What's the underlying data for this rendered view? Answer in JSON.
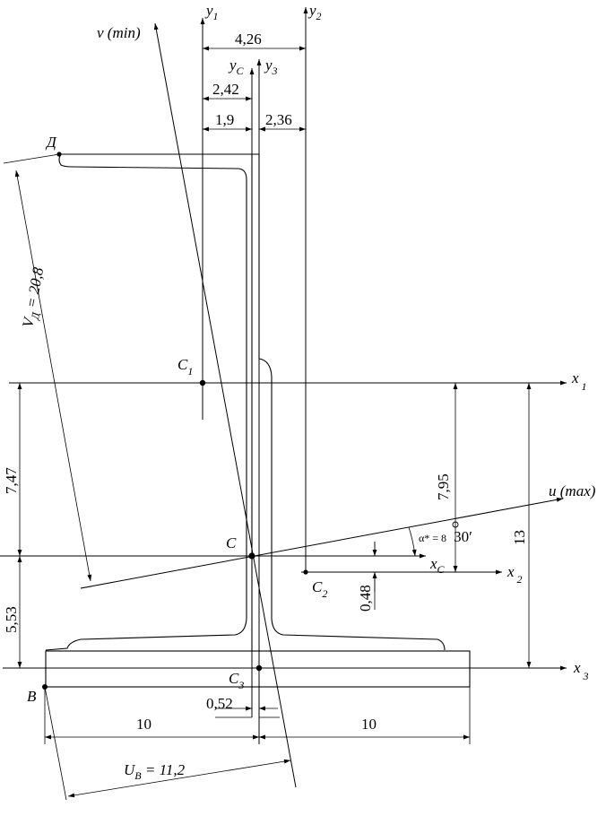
{
  "axes": {
    "y1": {
      "main": "y",
      "sub": "1"
    },
    "y2": {
      "main": "y",
      "sub": "2"
    },
    "yC": {
      "main": "y",
      "sub": "C"
    },
    "y3": {
      "main": "y",
      "sub": "3"
    },
    "x1": {
      "main": "x",
      "sub": "1"
    },
    "x2": {
      "main": "x",
      "sub": "2"
    },
    "xC": {
      "main": "x",
      "sub": "C"
    },
    "x3": {
      "main": "x",
      "sub": "3"
    },
    "v": "v (min)",
    "u": "u (max)"
  },
  "points": {
    "C1": {
      "main": "C",
      "sub": "1"
    },
    "C2": {
      "main": "C",
      "sub": "2"
    },
    "C3": {
      "main": "C",
      "sub": "3"
    },
    "C": "C",
    "D": "Д",
    "B": "B"
  },
  "dimensions": {
    "d426": "4,26",
    "d242": "2,42",
    "d19": "1,9",
    "d236": "2,36",
    "d747": "7,47",
    "d553": "5,53",
    "d795": "7,95",
    "d13": "13",
    "d048": "0,48",
    "d052": "0,52",
    "d10_left": "10",
    "d10_right": "10"
  },
  "annotations": {
    "vd": {
      "main": "V",
      "sub": "Д",
      "rest": " = 20,8"
    },
    "ub": {
      "main": "U",
      "sub": "B",
      "rest": " = 11,2"
    },
    "angle": {
      "prefix": "α* = 8",
      "rest": "30′"
    }
  }
}
